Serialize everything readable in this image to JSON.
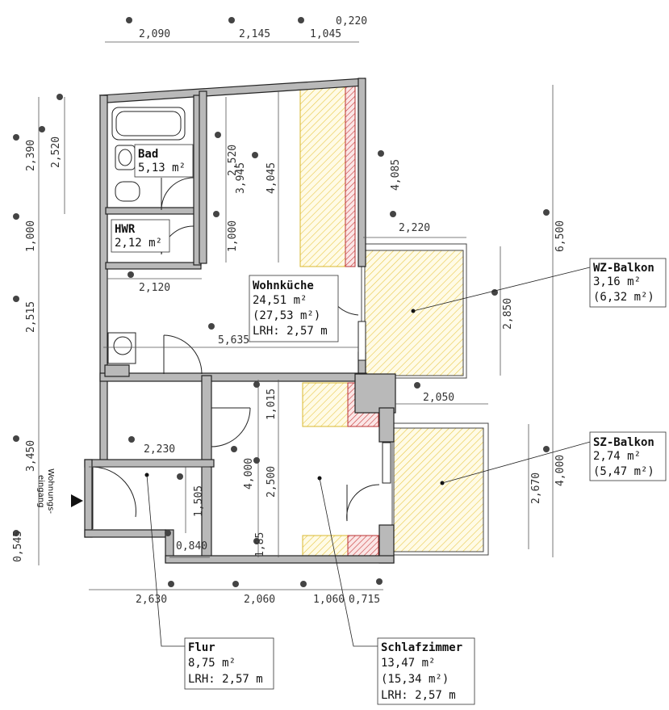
{
  "rooms": {
    "bad": {
      "name": "Bad",
      "area": "5,13 m²"
    },
    "hwr": {
      "name": "HWR",
      "area": "2,12 m²"
    },
    "wohnkueche": {
      "name": "Wohnküche",
      "area": "24,51 m²",
      "area2": "(27,53 m²)",
      "lrh": "LRH: 2,57 m"
    },
    "wz_balkon": {
      "name": "WZ-Balkon",
      "area": "3,16 m²",
      "area2": "(6,32 m²)"
    },
    "sz_balkon": {
      "name": "SZ-Balkon",
      "area": "2,74 m²",
      "area2": "(5,47 m²)"
    },
    "flur": {
      "name": "Flur",
      "area": "8,75 m²",
      "lrh": "LRH: 2,57 m"
    },
    "schlafzimmer": {
      "name": "Schlafzimmer",
      "area": "13,47 m²",
      "area2": "(15,34 m²)",
      "lrh": "LRH: 2,57 m"
    }
  },
  "entrance": {
    "line1": "Wohnungs-",
    "line2": "eingang"
  },
  "dims": {
    "top": [
      "2,090",
      "2,145",
      "1,045",
      "0,220"
    ],
    "bottom": [
      "2,630",
      "2,060",
      "1,060",
      "0,715"
    ],
    "left": [
      "2,390",
      "2,520",
      "1,000",
      "2,515",
      "3,450",
      "0,545"
    ],
    "inner": [
      "2,120",
      "5,635",
      "2,230",
      "1,505",
      "0,840",
      "2,220",
      "2,050",
      "3,945",
      "4,045",
      "4,085",
      "2,520",
      "1,000",
      "1,015",
      "2,500",
      "4,000",
      "1,85"
    ],
    "right": [
      "6,500",
      "2,850",
      "4,000",
      "2,670"
    ]
  }
}
